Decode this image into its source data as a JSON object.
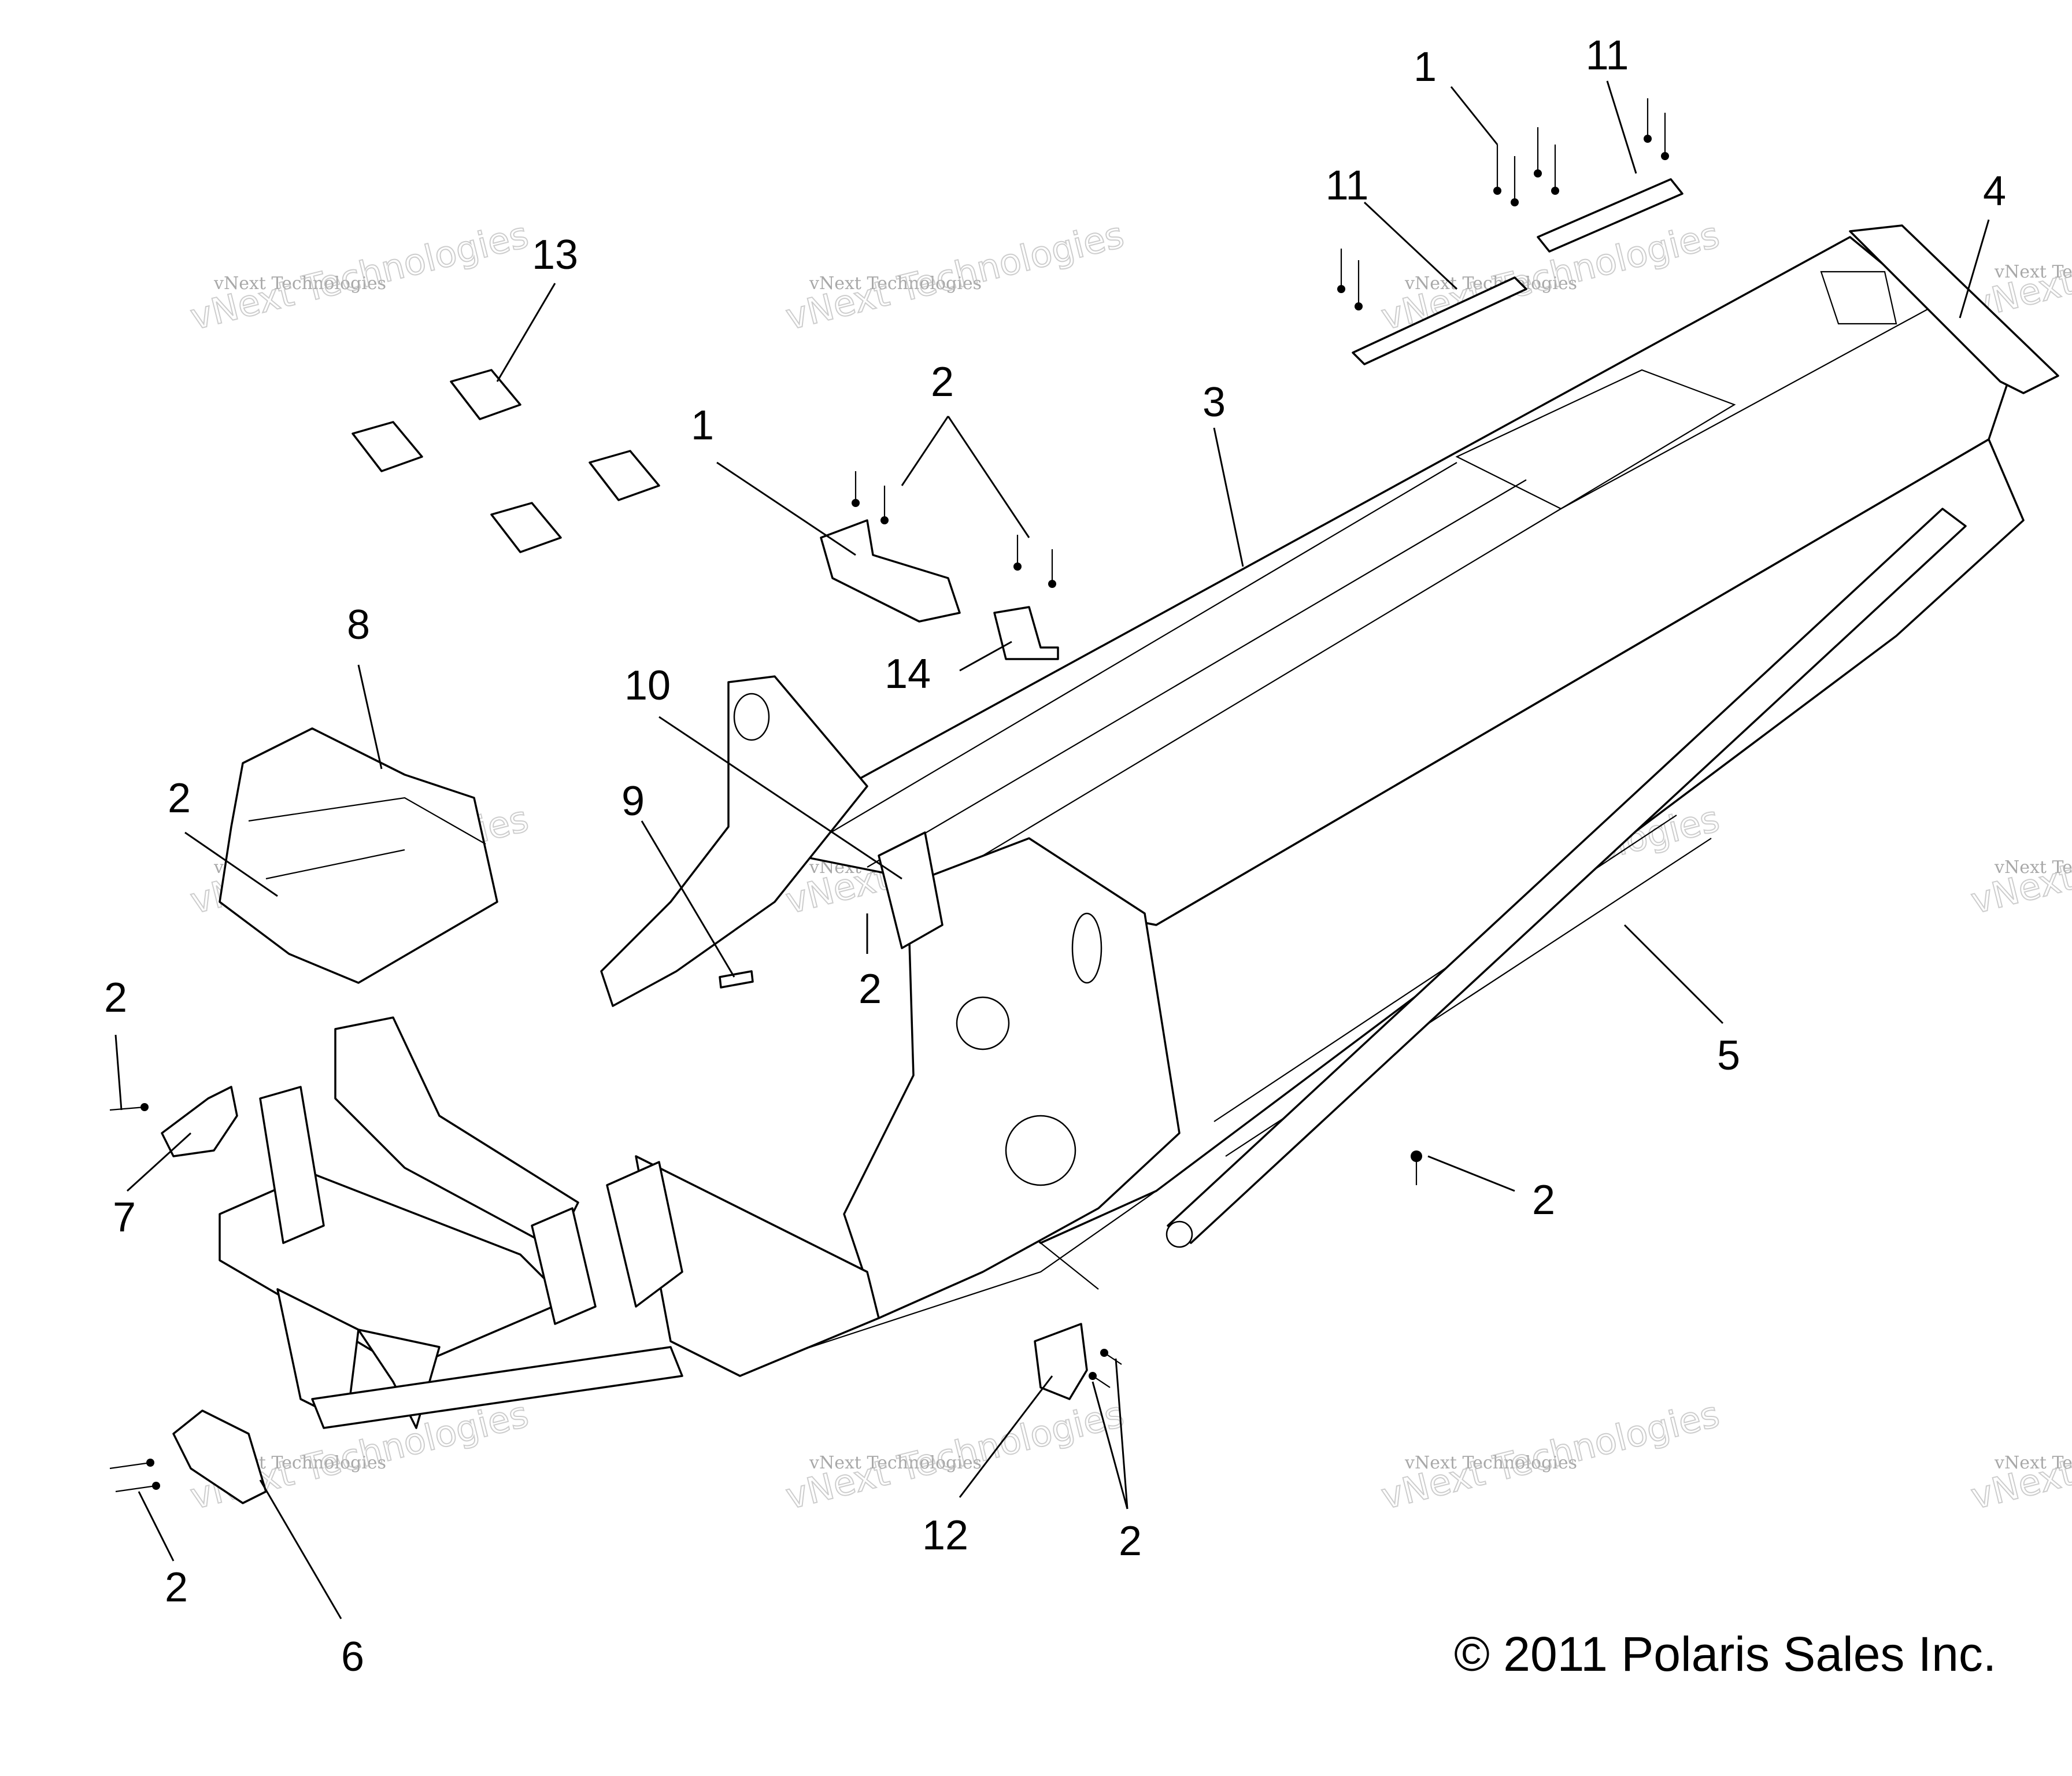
{
  "diagram": {
    "callouts": [
      {
        "id": "c1a",
        "label": "1"
      },
      {
        "id": "c11a",
        "label": "11"
      },
      {
        "id": "c11b",
        "label": "11"
      },
      {
        "id": "c4",
        "label": "4"
      },
      {
        "id": "c13",
        "label": "13"
      },
      {
        "id": "c2a",
        "label": "2"
      },
      {
        "id": "c1b",
        "label": "1"
      },
      {
        "id": "c3",
        "label": "3"
      },
      {
        "id": "c8",
        "label": "8"
      },
      {
        "id": "c14",
        "label": "14"
      },
      {
        "id": "c10",
        "label": "10"
      },
      {
        "id": "c2b",
        "label": "2"
      },
      {
        "id": "c9",
        "label": "9"
      },
      {
        "id": "c2c",
        "label": "2"
      },
      {
        "id": "c2d",
        "label": "2"
      },
      {
        "id": "c5",
        "label": "5"
      },
      {
        "id": "c7",
        "label": "7"
      },
      {
        "id": "c2e",
        "label": "2"
      },
      {
        "id": "c12",
        "label": "12"
      },
      {
        "id": "c2f",
        "label": "2"
      },
      {
        "id": "c2g",
        "label": "2"
      },
      {
        "id": "c6",
        "label": "6"
      }
    ],
    "copyright": "© 2011 Polaris Sales Inc.",
    "watermark": {
      "small": "vNext Technologies",
      "big": "vNext Technologies"
    }
  }
}
